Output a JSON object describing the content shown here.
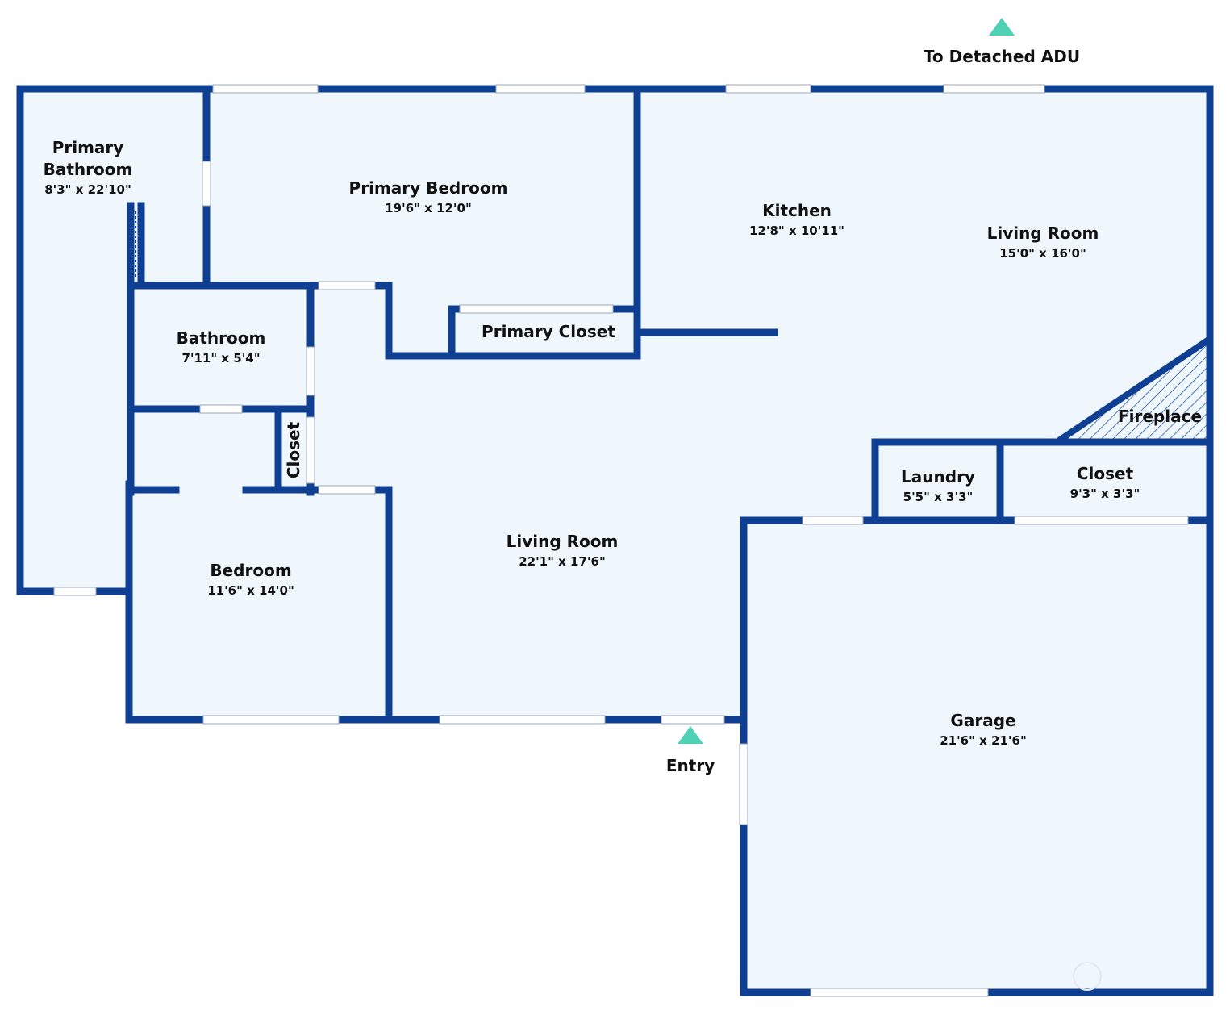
{
  "colors": {
    "wall": "#0f3f93",
    "floor": "#eff7fd",
    "opening": "#ffffff",
    "marker": "#4fd1b3",
    "hatch": "#0f3f93"
  },
  "rooms": {
    "primary_bathroom": {
      "name_line1": "Primary",
      "name_line2": "Bathroom",
      "dims": "8'3\" x 22'10\""
    },
    "primary_bedroom": {
      "name": "Primary Bedroom",
      "dims": "19'6\" x 12'0\""
    },
    "kitchen": {
      "name": "Kitchen",
      "dims": "12'8\" x 10'11\""
    },
    "living_room_upper": {
      "name": "Living Room",
      "dims": "15'0\" x 16'0\""
    },
    "primary_closet": {
      "name": "Primary Closet"
    },
    "bathroom": {
      "name": "Bathroom",
      "dims": "7'11\" x 5'4\""
    },
    "hall_closet": {
      "name": "Closet"
    },
    "bedroom": {
      "name": "Bedroom",
      "dims": "11'6\" x 14'0\""
    },
    "living_room_main": {
      "name": "Living Room",
      "dims": "22'1\" x 17'6\""
    },
    "fireplace": {
      "name": "Fireplace"
    },
    "laundry": {
      "name": "Laundry",
      "dims": "5'5\" x 3'3\""
    },
    "garage_closet": {
      "name": "Closet",
      "dims": "9'3\" x 3'3\""
    },
    "garage": {
      "name": "Garage",
      "dims": "21'6\" x 21'6\""
    }
  },
  "markers": {
    "detached_adu": "To Detached ADU",
    "entry": "Entry"
  },
  "icons": {
    "entry_marker": "triangle-up",
    "adu_marker": "triangle-up"
  }
}
